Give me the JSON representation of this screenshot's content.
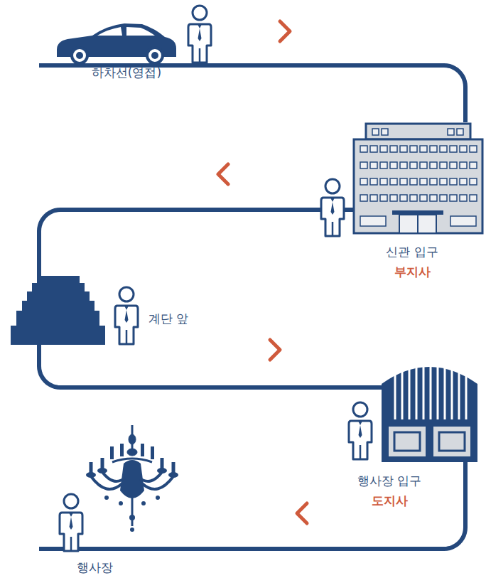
{
  "diagram": {
    "nodes": [
      {
        "text": [
          "하차선(영접)"
        ]
      },
      {
        "text": [
          "신관 입구",
          "부지사"
        ]
      },
      {
        "text": [
          "계단 앞"
        ]
      },
      {
        "text": [
          "행사장 입구",
          "도지사"
        ]
      },
      {
        "text": [
          "행사장"
        ]
      }
    ],
    "edges": [
      {
        "from": 0,
        "to": 1,
        "arrow": "none"
      },
      {
        "from": 1,
        "to": 2,
        "arrow": "none"
      },
      {
        "from": 2,
        "to": 3,
        "arrow": "none"
      },
      {
        "from": 3,
        "to": 4,
        "arrow": "none"
      }
    ]
  }
}
